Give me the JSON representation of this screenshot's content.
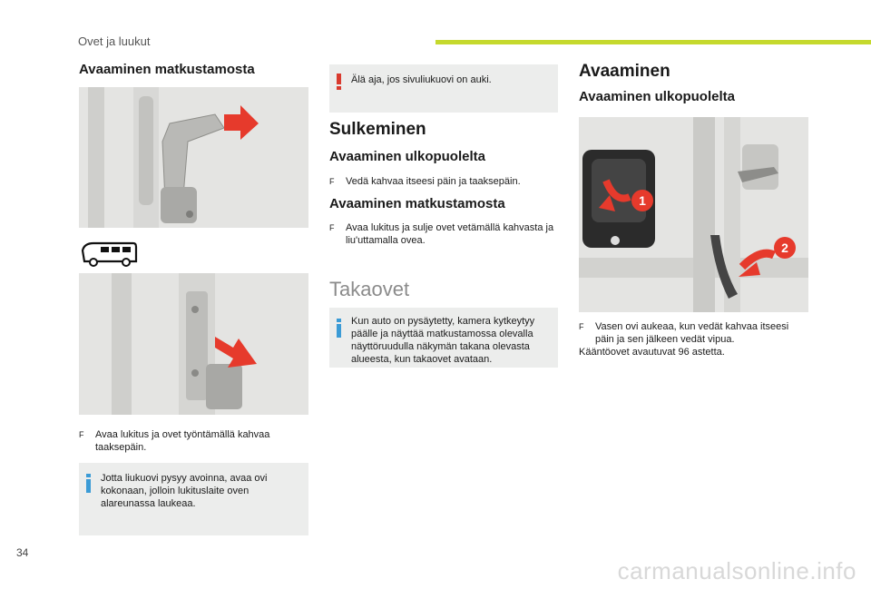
{
  "header": {
    "section_title": "Ovet ja luukut",
    "accent_color": "#c5d92d"
  },
  "page_number": "34",
  "watermark": "carmanualsonline.info",
  "col1": {
    "heading": "Avaaminen matkustamosta",
    "bullet": "Avaa lukitus ja ovet työntämällä kahvaa taaksepäin.",
    "info_note": "Jotta liukuovi pysyy avoinna, avaa ovi kokonaan, jolloin lukituslaite oven alareunassa laukeaa."
  },
  "col2": {
    "warning": "Älä aja, jos sivuliukuovi on auki.",
    "heading": "Sulkeminen",
    "sub1": "Avaaminen ulkopuolelta",
    "bullet1": "Vedä kahvaa itseesi päin ja taaksepäin.",
    "sub2": "Avaaminen matkustamosta",
    "bullet2": "Avaa lukitus ja sulje ovet vetämällä kahvasta ja liu'uttamalla ovea.",
    "section": "Takaovet",
    "info_note": "Kun auto on pysäytetty, kamera kytkeytyy päälle ja näyttää matkustamossa olevalla näyttöruudulla näkymän takana olevasta alueesta, kun takaovet avataan."
  },
  "col3": {
    "heading": "Avaaminen",
    "sub": "Avaaminen ulkopuolelta",
    "bullet": "Vasen ovi aukeaa, kun vedät kahvaa itseesi päin ja sen jälkeen vedät vipua.",
    "plain": "Kääntöovet avautuvat 96 astetta.",
    "callout_1": "1",
    "callout_2": "2"
  },
  "bullet_mark": "F",
  "colors": {
    "arrow": "#e63a2c",
    "info": "#3b9bd6",
    "warning": "#d93a2e"
  },
  "icons": [
    "handle-illustration",
    "van-icon",
    "arrow-icon",
    "info-icon",
    "warning-icon"
  ]
}
